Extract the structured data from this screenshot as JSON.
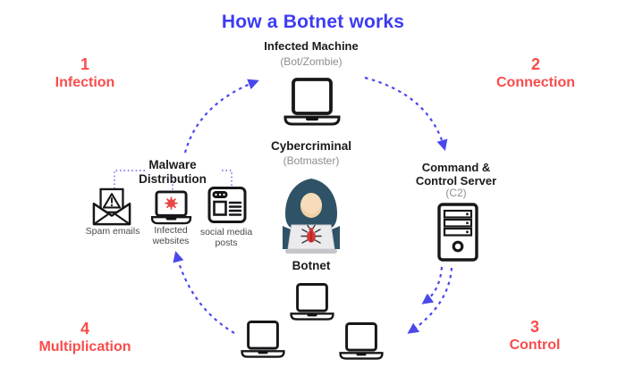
{
  "title": "How a Botnet works",
  "steps": [
    {
      "num": "1",
      "label": "Infection"
    },
    {
      "num": "2",
      "label": "Connection"
    },
    {
      "num": "3",
      "label": "Control"
    },
    {
      "num": "4",
      "label": "Multiplication"
    }
  ],
  "infected_machine": {
    "title": "Infected Machine",
    "subtitle": "(Bot/Zombie)"
  },
  "cybercriminal": {
    "title": "Cybercriminal",
    "subtitle": "(Botmaster)",
    "caption": "Botnet"
  },
  "c2": {
    "title": "Command & Control Server",
    "subtitle": "(C2)"
  },
  "malware_distribution": {
    "title": "Malware Distribution",
    "items": [
      {
        "icon": "spam-email-icon",
        "label": "Spam emails"
      },
      {
        "icon": "infected-laptop-icon",
        "label": "Infected websites"
      },
      {
        "icon": "browser-window-icon",
        "label": "social media posts"
      }
    ]
  },
  "icons": {
    "infected_machine": "laptop-icon",
    "cybercriminal": "hooded-hacker-icon",
    "c2": "server-tower-icon",
    "bots": "laptop-icon"
  },
  "colors": {
    "title_blue": "#3d3bf3",
    "arrow_blue": "#4a48ec",
    "step_red": "#f94c4c",
    "text_dark": "#1b1b1e",
    "text_gray": "#8e8e90",
    "caption_gray": "#4a4a4c",
    "hood_teal": "#2f5266",
    "bug_red": "#d63434",
    "virus_red": "#e84848"
  }
}
